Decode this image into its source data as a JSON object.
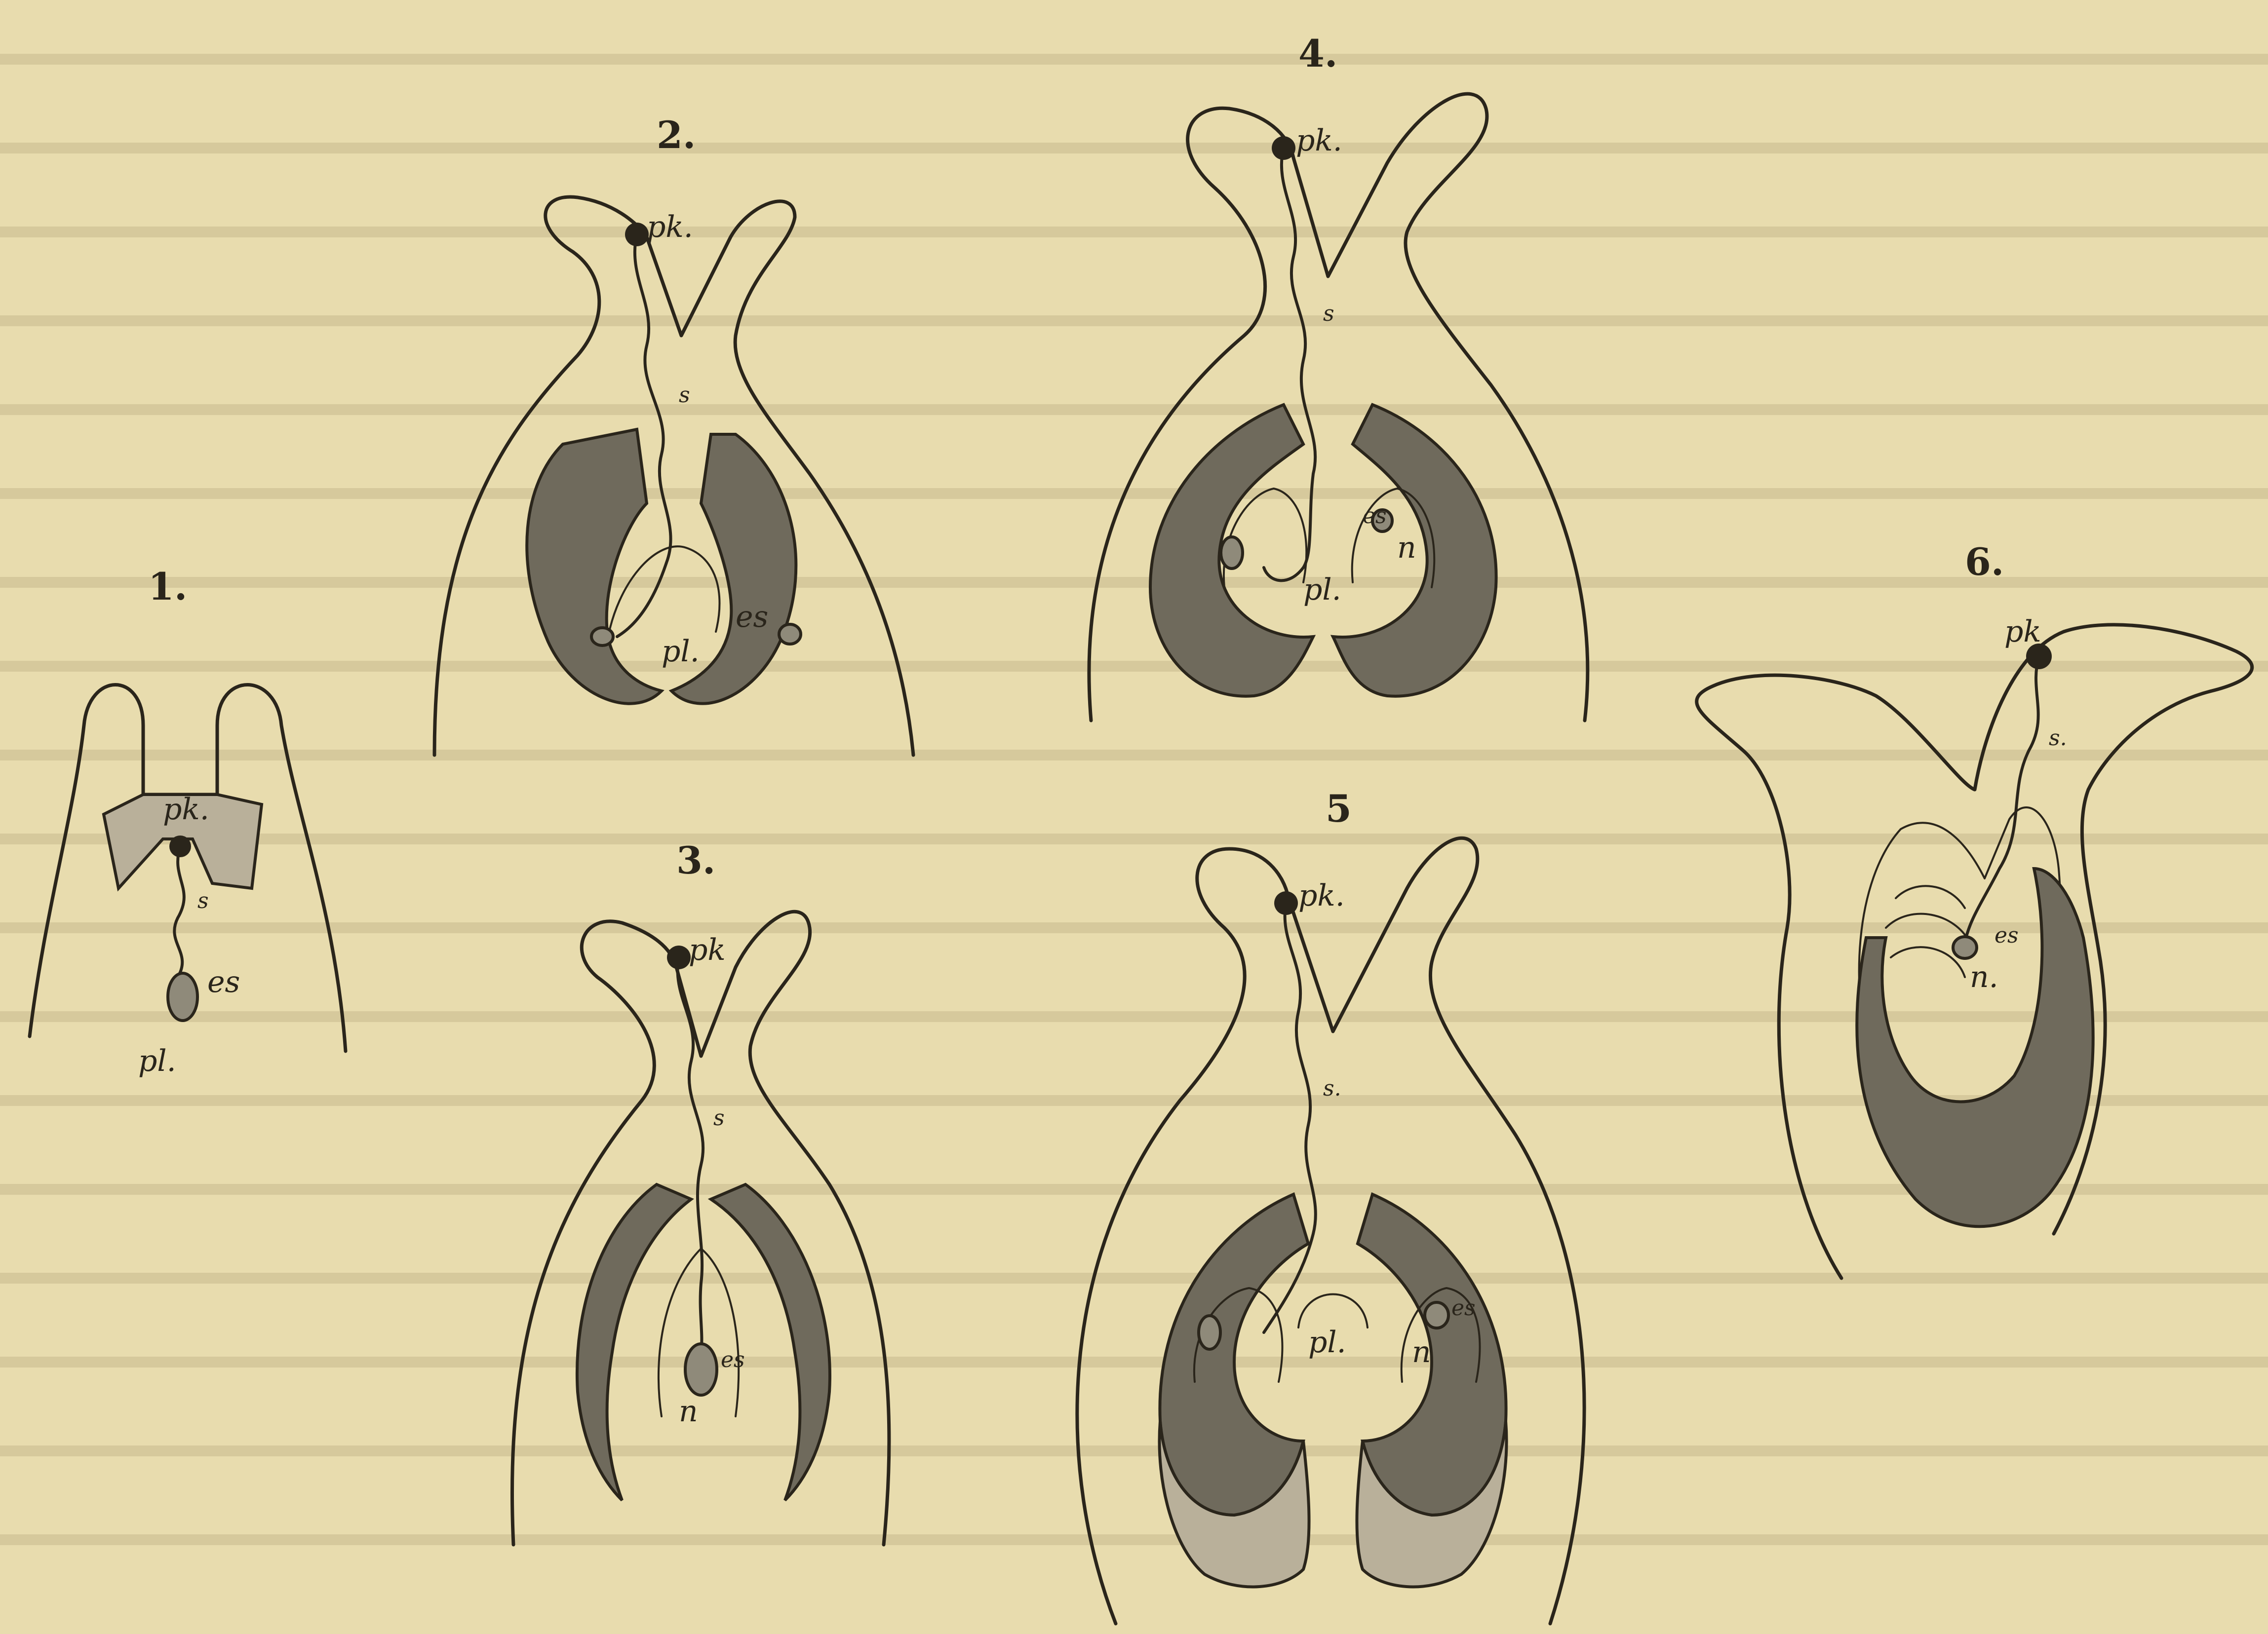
{
  "figures": [
    {
      "number": "1.",
      "labels": {
        "pk": "pk.",
        "s": "s",
        "es": "es",
        "pl": "pl."
      }
    },
    {
      "number": "2.",
      "labels": {
        "pk": "pk.",
        "s": "s",
        "es": "es",
        "pl": "pl."
      }
    },
    {
      "number": "3.",
      "labels": {
        "pk": "pk",
        "s": "s",
        "es": "es",
        "n": "n"
      }
    },
    {
      "number": "4.",
      "labels": {
        "pk": "pk.",
        "s": "s",
        "es": "es",
        "n": "n",
        "pl": "pl."
      }
    },
    {
      "number": "5",
      "labels": {
        "pk": "pk.",
        "s": "s.",
        "es": "es",
        "n": "n",
        "pl": "pl."
      }
    },
    {
      "number": "6.",
      "labels": {
        "pk": "pk",
        "s": "s.",
        "es": "es",
        "n": "n."
      }
    }
  ],
  "colors": {
    "paper": "#e8dcae",
    "ink": "#2a251b",
    "shade": "#6f6a5c"
  }
}
